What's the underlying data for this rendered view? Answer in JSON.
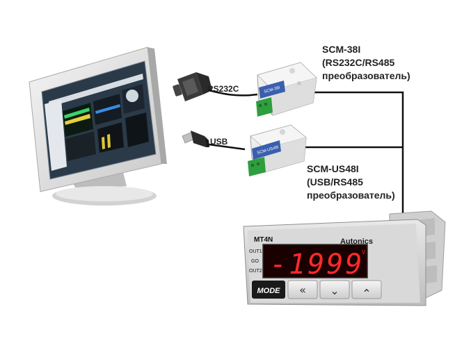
{
  "labels": {
    "rs232c": "RS232C",
    "usb": "USB",
    "scm38": {
      "model": "SCM-38I",
      "line2": "(RS232C/RS485",
      "line3": "преобразователь)"
    },
    "scmus48": {
      "model": "SCM-US48I",
      "line2": "(USB/RS485",
      "line3": "преобразователь)"
    }
  },
  "converter_badges": {
    "scm38": "SCM-38I",
    "scmus48": "SCM-US48I"
  },
  "meter": {
    "model": "MT4N",
    "brand": "Autonics",
    "display": "-1999",
    "unit": "V",
    "indicators": [
      "OUT1",
      "GO",
      "OUT2"
    ],
    "buttons": {
      "mode": "MODE",
      "left": "«",
      "down": "⌄",
      "up": "⌃"
    }
  },
  "colors": {
    "display_digits": "#ff2a2a",
    "display_bg": "#1a0000",
    "cable": "#111111",
    "converter_badge": "#3a5fae",
    "terminal": "#2e9e3e"
  },
  "icons": [
    "monitor-icon",
    "rs232c-connector-icon",
    "usb-plug-icon"
  ]
}
